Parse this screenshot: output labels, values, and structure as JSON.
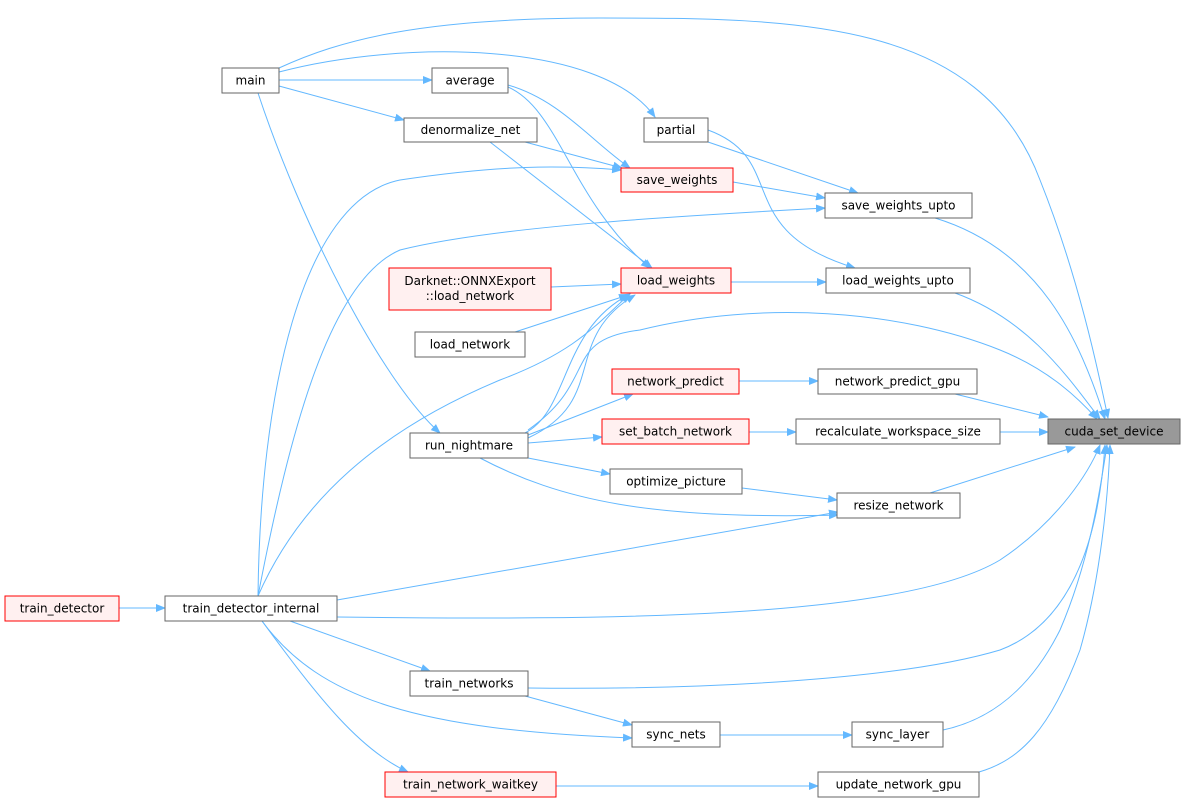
{
  "graph": {
    "root": "cuda_set_device",
    "nodes": {
      "main": "main",
      "average": "average",
      "denormalize_net": "denormalize_net",
      "partial": "partial",
      "save_weights": "save_weights",
      "save_weights_upto": "save_weights_upto",
      "onnx_line1": "Darknet::ONNXExport",
      "onnx_line2": "::load_network",
      "load_weights": "load_weights",
      "load_weights_upto": "load_weights_upto",
      "load_network": "load_network",
      "network_predict": "network_predict",
      "network_predict_gpu": "network_predict_gpu",
      "set_batch_network": "set_batch_network",
      "recalculate_workspace_size": "recalculate_workspace_size",
      "cuda_set_device": "cuda_set_device",
      "run_nightmare": "run_nightmare",
      "optimize_picture": "optimize_picture",
      "resize_network": "resize_network",
      "train_detector": "train_detector",
      "train_detector_internal": "train_detector_internal",
      "train_networks": "train_networks",
      "sync_nets": "sync_nets",
      "sync_layer": "sync_layer",
      "train_network_waitkey": "train_network_waitkey",
      "update_network_gpu": "update_network_gpu"
    },
    "colors": {
      "edge": "#63b8ff",
      "truncated_border": "#ff0000",
      "root_fill": "#999999"
    }
  }
}
